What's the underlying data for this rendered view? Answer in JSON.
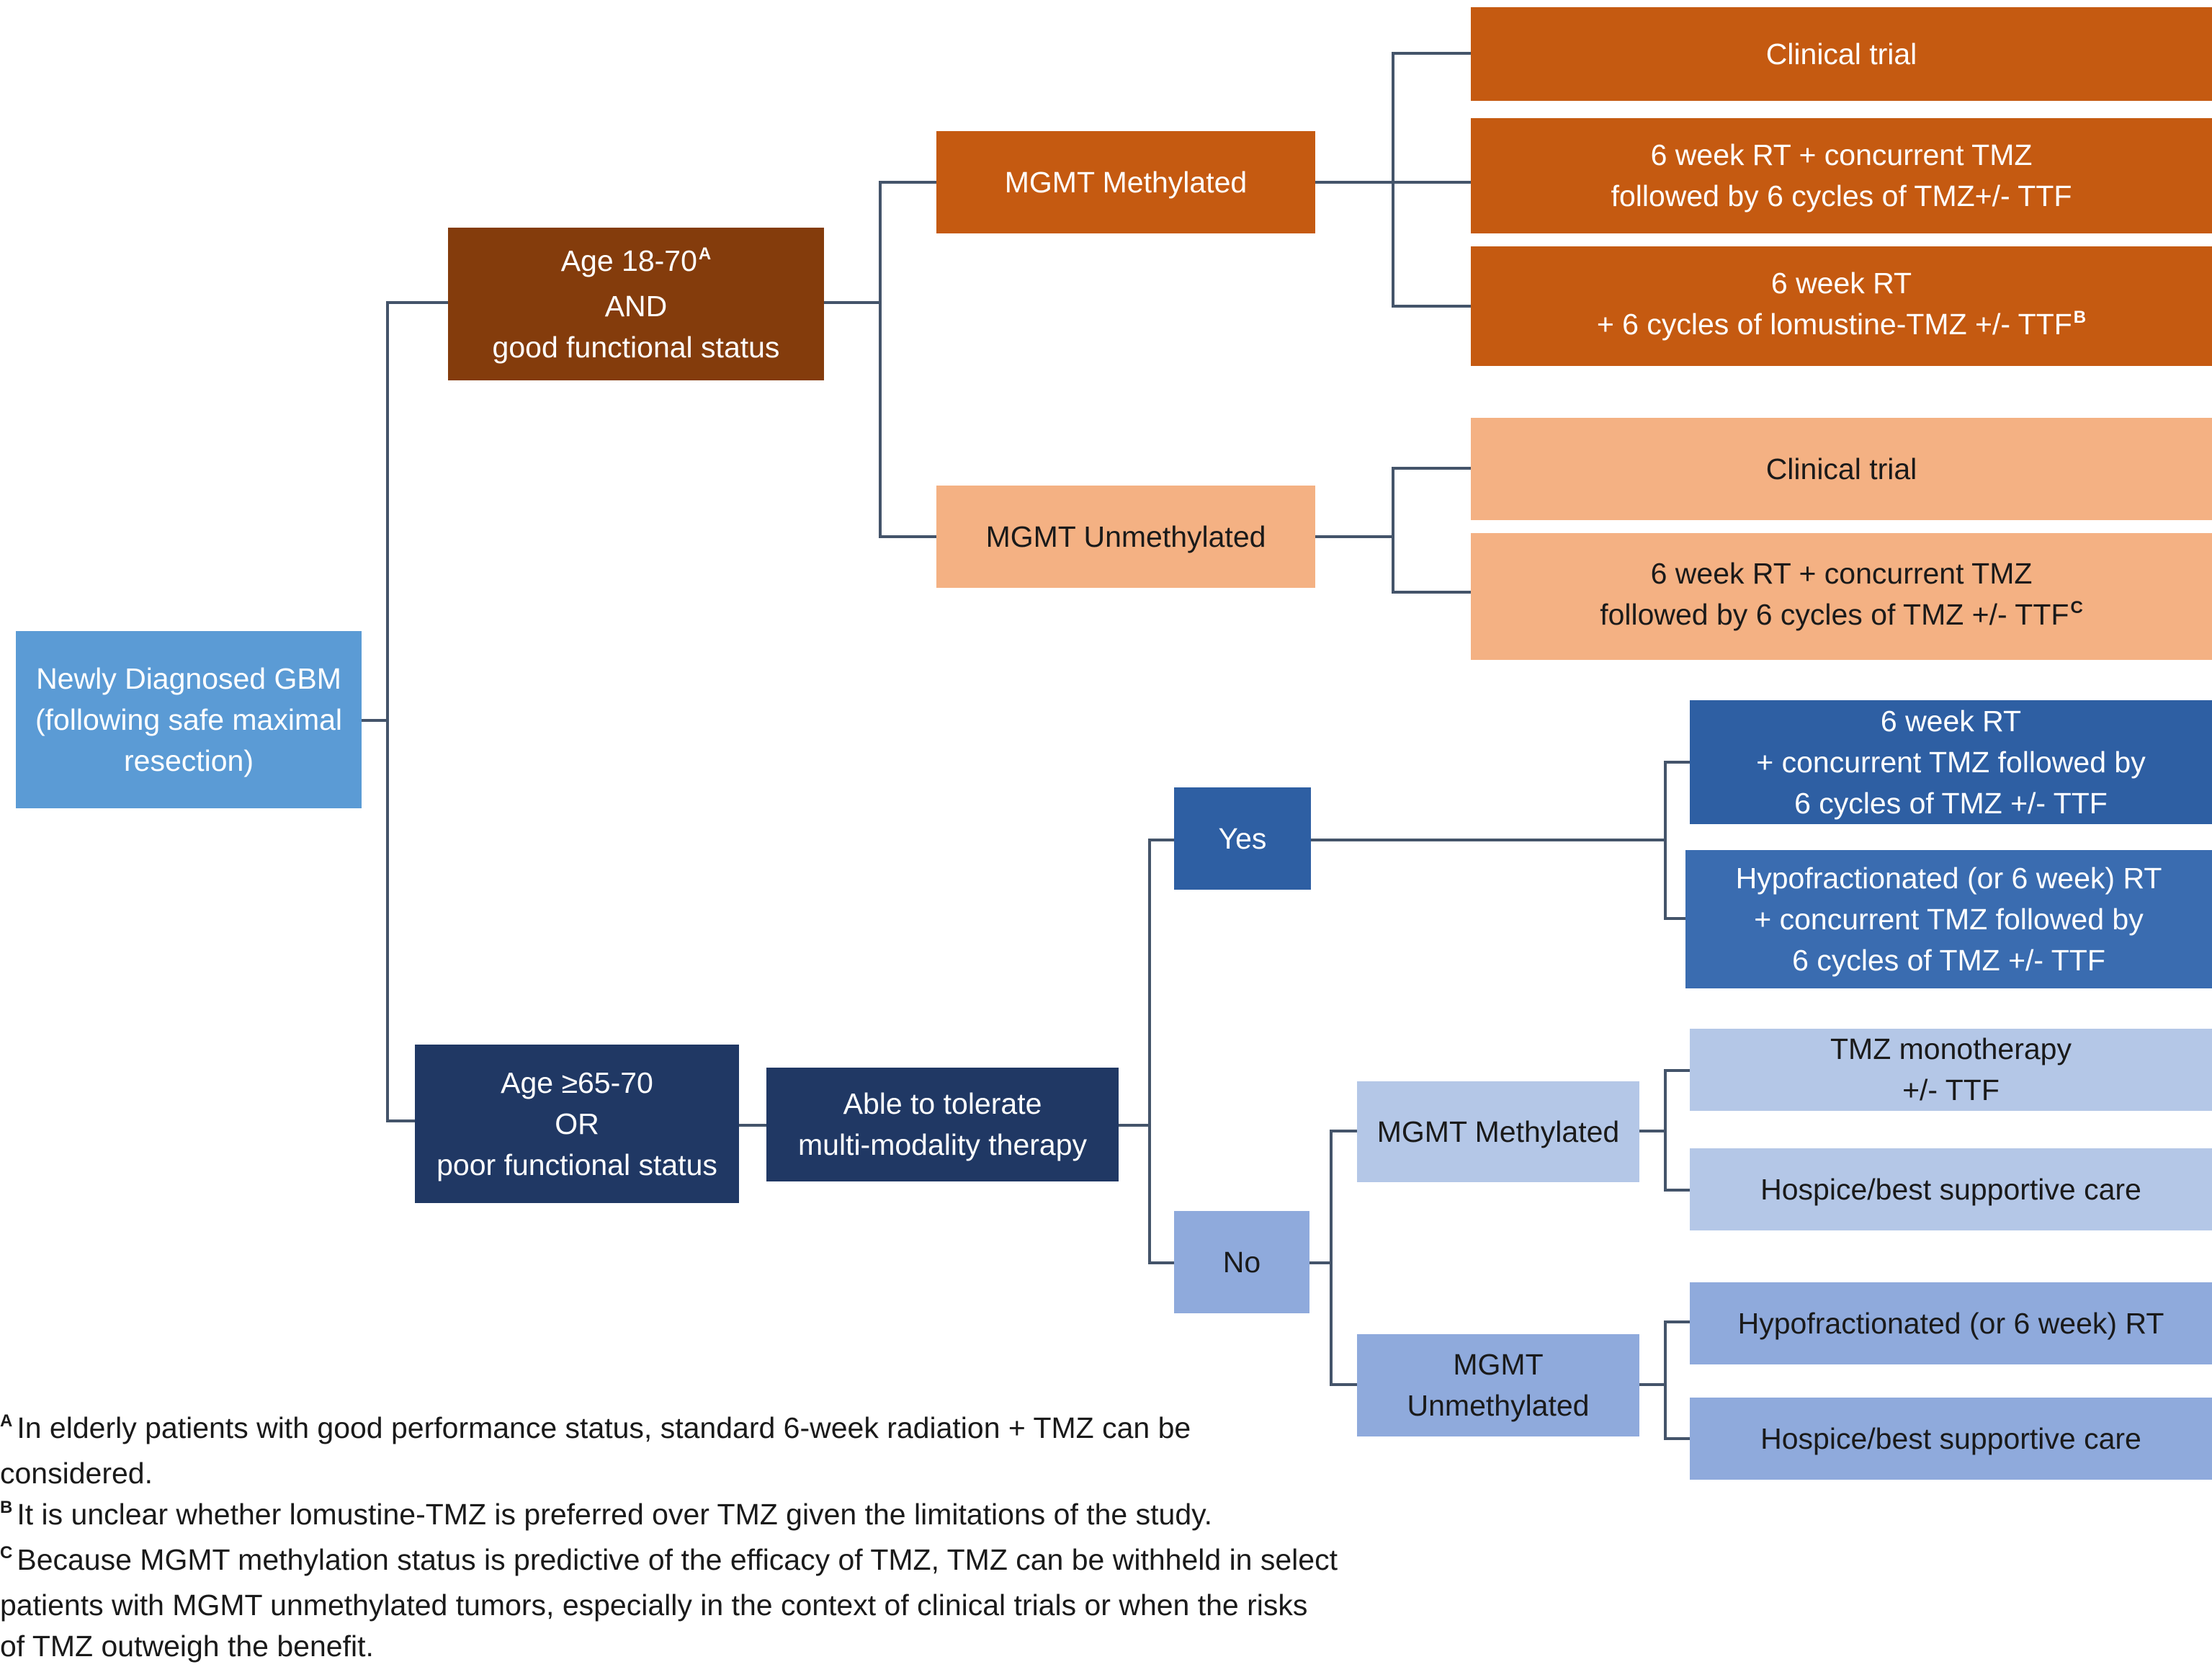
{
  "nodes": {
    "root": [
      "Newly Diagnosed GBM",
      "(following safe maximal",
      "resection)"
    ],
    "age_young": {
      "lines": [
        "Age 18-70",
        "AND",
        "good functional status"
      ],
      "sup": "A"
    },
    "young_methylated": "MGMT Methylated",
    "young_meth_opt1": "Clinical trial",
    "young_meth_opt2": [
      "6 week RT + concurrent TMZ",
      "followed by 6 cycles of TMZ+/- TTF"
    ],
    "young_meth_opt3": {
      "lines": [
        "6 week RT",
        "+ 6 cycles of lomustine-TMZ +/- TTF"
      ],
      "sup": "B"
    },
    "young_unmethylated": "MGMT Unmethylated",
    "young_unmeth_opt1": "Clinical trial",
    "young_unmeth_opt2": {
      "lines": [
        "6 week RT + concurrent TMZ",
        "followed by 6 cycles of TMZ +/- TTF"
      ],
      "sup": "C"
    },
    "age_old": [
      "Age ≥65-70",
      "OR",
      "poor functional status"
    ],
    "tolerate": [
      "Able to tolerate",
      "multi-modality therapy"
    ],
    "yes": "Yes",
    "yes_opt1": [
      "6 week RT",
      "+ concurrent TMZ followed by",
      "6 cycles of TMZ +/- TTF"
    ],
    "yes_opt2": [
      "Hypofractionated (or 6 week) RT",
      "+ concurrent TMZ followed by",
      "6 cycles of TMZ +/- TTF"
    ],
    "no": "No",
    "no_methylated": "MGMT Methylated",
    "no_meth_opt1": [
      "TMZ monotherapy",
      "+/- TTF"
    ],
    "no_meth_opt2": "Hospice/best supportive care",
    "no_unmethylated": [
      "MGMT",
      "Unmethylated"
    ],
    "no_unmeth_opt1": "Hypofractionated (or 6 week) RT",
    "no_unmeth_opt2": "Hospice/best supportive care"
  },
  "footnotes": [
    {
      "mark": "A",
      "text": "In elderly patients with good performance status, standard 6-week radiation + TMZ can be considered."
    },
    {
      "mark": "B",
      "text": "It is unclear whether lomustine-TMZ is preferred over TMZ given the limitations of the study."
    },
    {
      "mark": "C",
      "text": "Because MGMT methylation status is predictive of the efficacy of TMZ, TMZ can be withheld in select patients with MGMT unmethylated tumors, especially in the context of clinical trials or when the risks of TMZ outweigh the benefit."
    }
  ],
  "colors": {
    "connector": "#44546a",
    "root": "#5b9bd5",
    "dark_brown": "#843c0c",
    "orange": "#c55a11",
    "peach": "#f4b183",
    "navy": "#203864",
    "blue": "#2e5fa3",
    "light_blue": "#b4c7e7",
    "medium_blue": "#8faadc"
  }
}
